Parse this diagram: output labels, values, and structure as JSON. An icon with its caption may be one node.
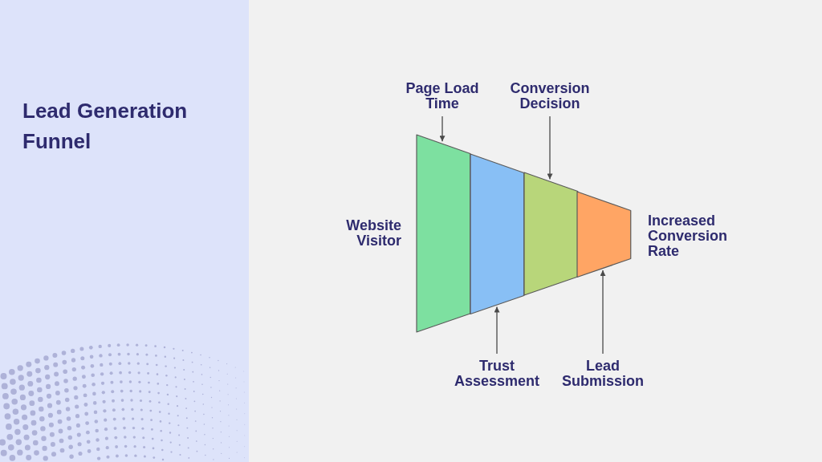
{
  "diagram": {
    "title": "Lead Generation Funnel",
    "nodes": [
      {
        "text": [
          "Page Load Time"
        ]
      },
      {
        "text": [
          "Conversion Decision"
        ]
      },
      {
        "text": [],
        "shape": "trapezoid",
        "beside": [
          "Website Visitor"
        ]
      },
      {
        "text": [],
        "shape": "trapezoid"
      },
      {
        "text": [],
        "shape": "trapezoid"
      },
      {
        "text": [],
        "shape": "trapezoid",
        "beside": [
          "Increased Conversion Rate"
        ]
      },
      {
        "text": [
          "Trust Assessment"
        ]
      },
      {
        "text": [
          "Lead Submission"
        ]
      }
    ],
    "edges": [
      {
        "from": 0,
        "to": 2,
        "arrow": "to"
      },
      {
        "from": 1,
        "to": 4,
        "arrow": "to"
      },
      {
        "from": 6,
        "to": 3,
        "arrow": "to"
      },
      {
        "from": 7,
        "to": 5,
        "arrow": "to"
      }
    ]
  }
}
